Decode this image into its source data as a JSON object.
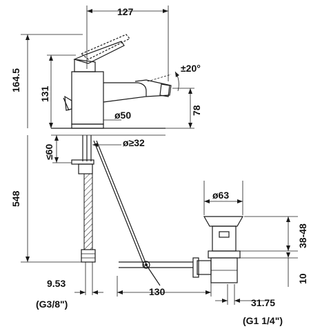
{
  "dimensions": {
    "spout_reach": "127",
    "total_height": "164.5",
    "body_height": "131",
    "swivel_angle": "±20°",
    "outlet_height": "78",
    "body_diameter": "ø50",
    "hole_diameter": "ø≥32",
    "max_deck_thickness": "≤60",
    "hose_length": "548",
    "connection_size": "9.53",
    "connection_thread": "(G3/8\")",
    "rod_length": "130",
    "waste_diameter": "ø63",
    "waste_range": "38-48",
    "waste_offset": "10",
    "waste_size": "31.75",
    "waste_thread": "(G1 1/4\")"
  }
}
